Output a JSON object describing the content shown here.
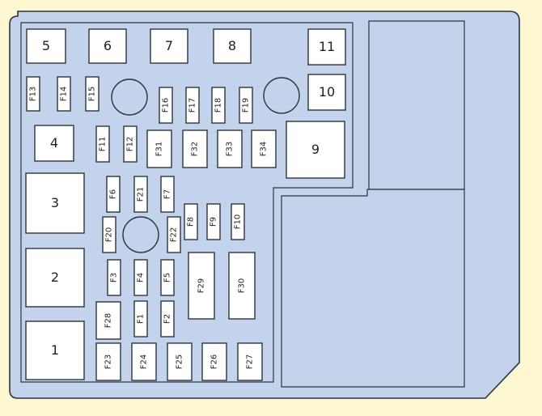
{
  "colors": {
    "background": "#fdf7d2",
    "panel_fill": "#c3d3ec",
    "outline": "#2c3440",
    "slot_fill": "#ffffff"
  },
  "relays": [
    "1",
    "2",
    "3",
    "4",
    "5",
    "6",
    "7",
    "8",
    "9",
    "10",
    "11"
  ],
  "fuses": [
    "F1",
    "F2",
    "F3",
    "F4",
    "F5",
    "F6",
    "F7",
    "F8",
    "F9",
    "F10",
    "F11",
    "F12",
    "F13",
    "F14",
    "F15",
    "F16",
    "F17",
    "F18",
    "F19",
    "F20",
    "F21",
    "F22",
    "F23",
    "F24",
    "F25",
    "F26",
    "F27",
    "F28",
    "F29",
    "F30",
    "F31",
    "F32",
    "F33",
    "F34"
  ]
}
